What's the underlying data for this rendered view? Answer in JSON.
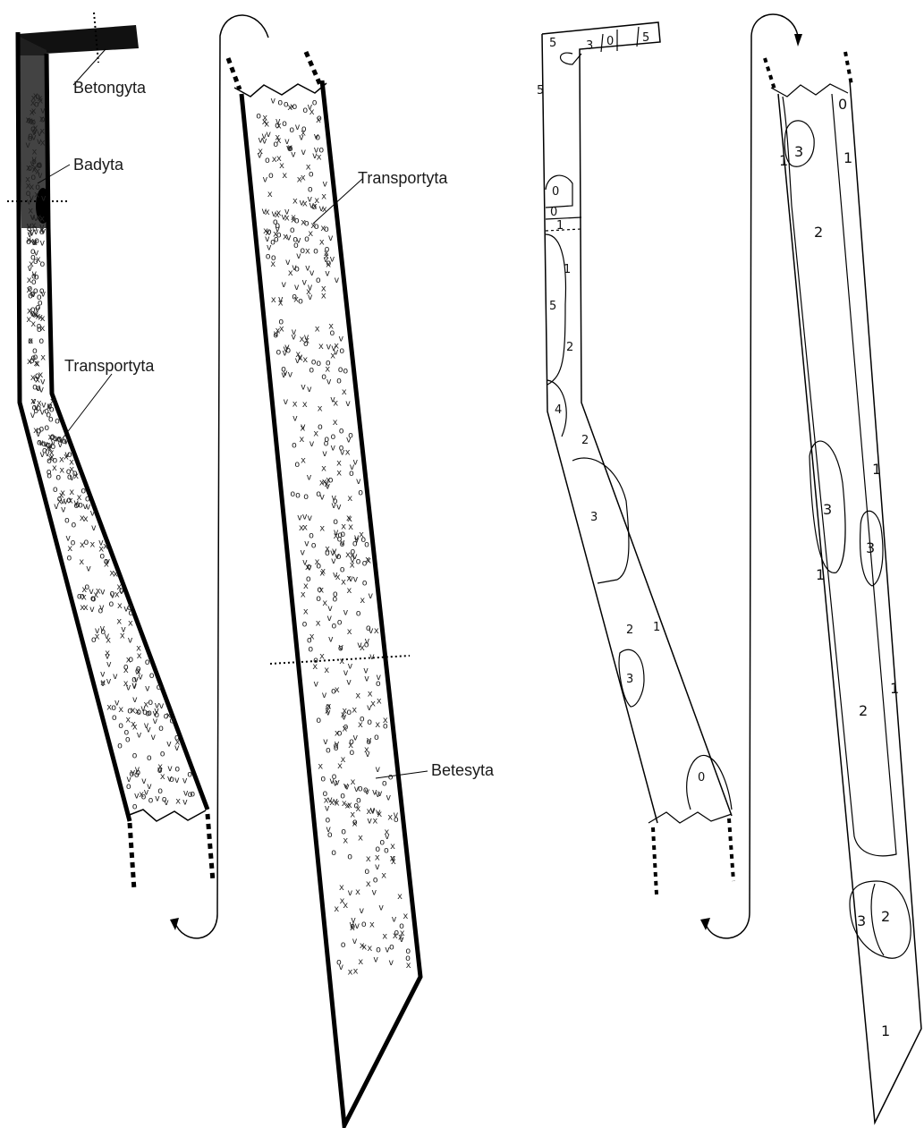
{
  "labels": {
    "betongyta": "Betongyta",
    "badyta": "Badyta",
    "transportyta_left": "Transportyta",
    "transportyta_mid": "Transportyta",
    "betesyta": "Betesyta"
  },
  "zone_numbers": {
    "top_row": [
      "5",
      "3",
      "0",
      "5"
    ],
    "left_col": [
      "5",
      "0",
      "0",
      "1",
      "1",
      "5",
      "2",
      "4",
      "2"
    ],
    "lower_left": [
      "3",
      "2",
      "1",
      "3",
      "0"
    ],
    "right_top": [
      "0",
      "3",
      "1",
      "2",
      "1"
    ],
    "right_mid": [
      "3",
      "3",
      "1",
      "1",
      "2"
    ],
    "right_bottom": [
      "1",
      "3",
      "2",
      "1"
    ]
  },
  "dung_symbols": [
    "o",
    "x",
    "v"
  ]
}
